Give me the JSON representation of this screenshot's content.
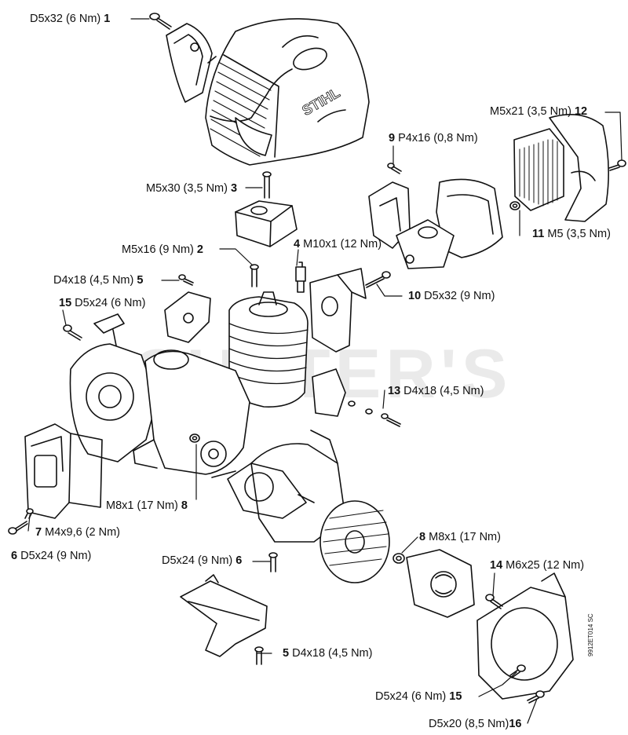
{
  "watermark": "CUTTER'S",
  "drawing_code": "9912ET014 SC",
  "brand_mark": "STIHL",
  "callouts": [
    {
      "id": "c1",
      "num": "1",
      "spec": "D5x32 (6 Nm)",
      "order": "spec-first"
    },
    {
      "id": "c12",
      "num": "12",
      "spec": "M5x21 (3,5 Nm)",
      "order": "spec-first"
    },
    {
      "id": "c9",
      "num": "9",
      "spec": "P4x16 (0,8 Nm)",
      "order": "num-first"
    },
    {
      "id": "c3",
      "num": "3",
      "spec": "M5x30 (3,5 Nm)",
      "order": "spec-first"
    },
    {
      "id": "c11",
      "num": "11",
      "spec": "M5 (3,5 Nm)",
      "order": "num-first"
    },
    {
      "id": "c2",
      "num": "2",
      "spec": "M5x16 (9 Nm)",
      "order": "spec-first"
    },
    {
      "id": "c4",
      "num": "4",
      "spec": "M10x1 (12 Nm)",
      "order": "num-first"
    },
    {
      "id": "c5a",
      "num": "5",
      "spec": "D4x18 (4,5 Nm)",
      "order": "spec-first"
    },
    {
      "id": "c10",
      "num": "10",
      "spec": "D5x32 (9 Nm)",
      "order": "num-first"
    },
    {
      "id": "c15a",
      "num": "15",
      "spec": "D5x24 (6 Nm)",
      "order": "num-first"
    },
    {
      "id": "c13",
      "num": "13",
      "spec": "D4x18 (4,5 Nm)",
      "order": "num-first"
    },
    {
      "id": "c8a",
      "num": "8",
      "spec": "M8x1 (17 Nm)",
      "order": "spec-first"
    },
    {
      "id": "c7",
      "num": "7",
      "spec": "M4x9,6 (2 Nm)",
      "order": "num-first"
    },
    {
      "id": "c8b",
      "num": "8",
      "spec": "M8x1 (17 Nm)",
      "order": "num-first"
    },
    {
      "id": "c6a",
      "num": "6",
      "spec": "D5x24 (9 Nm)",
      "order": "num-first"
    },
    {
      "id": "c6b",
      "num": "6",
      "spec": "D5x24 (9 Nm)",
      "order": "spec-first"
    },
    {
      "id": "c14",
      "num": "14",
      "spec": "M6x25 (12 Nm)",
      "order": "num-first"
    },
    {
      "id": "c5b",
      "num": "5",
      "spec": "D4x18 (4,5 Nm)",
      "order": "num-first"
    },
    {
      "id": "c15b",
      "num": "15",
      "spec": "D5x24 (6 Nm)",
      "order": "spec-first"
    },
    {
      "id": "c16",
      "num": "16",
      "spec": "D5x20 (8,5 Nm)",
      "order": "spec-first"
    }
  ]
}
